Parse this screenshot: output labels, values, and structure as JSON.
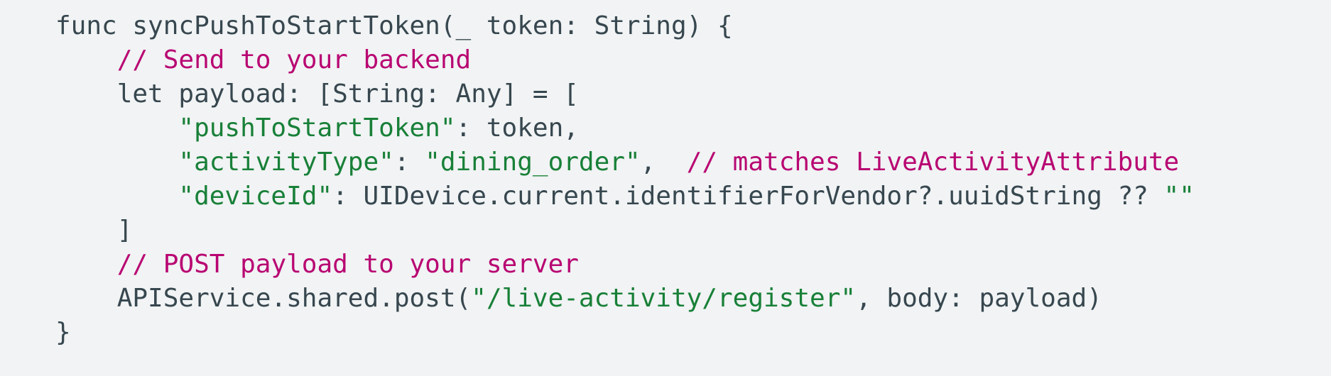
{
  "app": {
    "type": "code-block",
    "language": "swift"
  },
  "colors": {
    "background": "#f1f3f4",
    "plain": "#37474f",
    "string": "#188038",
    "comment": "#b80672"
  },
  "code": {
    "lines": [
      [
        {
          "text": "func syncPushToStartToken(_ token: String) {",
          "type": "plain"
        }
      ],
      [
        {
          "text": "    ",
          "type": "plain"
        },
        {
          "text": "// Send to your backend",
          "type": "comment"
        }
      ],
      [
        {
          "text": "    let payload: [String: Any] = [",
          "type": "plain"
        }
      ],
      [
        {
          "text": "        ",
          "type": "plain"
        },
        {
          "text": "\"pushToStartToken\"",
          "type": "string"
        },
        {
          "text": ": token,",
          "type": "plain"
        }
      ],
      [
        {
          "text": "        ",
          "type": "plain"
        },
        {
          "text": "\"activityType\"",
          "type": "string"
        },
        {
          "text": ": ",
          "type": "plain"
        },
        {
          "text": "\"dining_order\"",
          "type": "string"
        },
        {
          "text": ",  ",
          "type": "plain"
        },
        {
          "text": "// matches LiveActivityAttribute",
          "type": "comment"
        }
      ],
      [
        {
          "text": "        ",
          "type": "plain"
        },
        {
          "text": "\"deviceId\"",
          "type": "string"
        },
        {
          "text": ": UIDevice.current.identifierForVendor?.uuidString ?? ",
          "type": "plain"
        },
        {
          "text": "\"\"",
          "type": "string"
        }
      ],
      [
        {
          "text": "    ]",
          "type": "plain"
        }
      ],
      [
        {
          "text": "    ",
          "type": "plain"
        },
        {
          "text": "// POST payload to your server",
          "type": "comment"
        }
      ],
      [
        {
          "text": "    APIService.shared.post(",
          "type": "plain"
        },
        {
          "text": "\"/live-activity/register\"",
          "type": "string"
        },
        {
          "text": ", body: payload)",
          "type": "plain"
        }
      ],
      [
        {
          "text": "}",
          "type": "plain"
        }
      ]
    ]
  }
}
